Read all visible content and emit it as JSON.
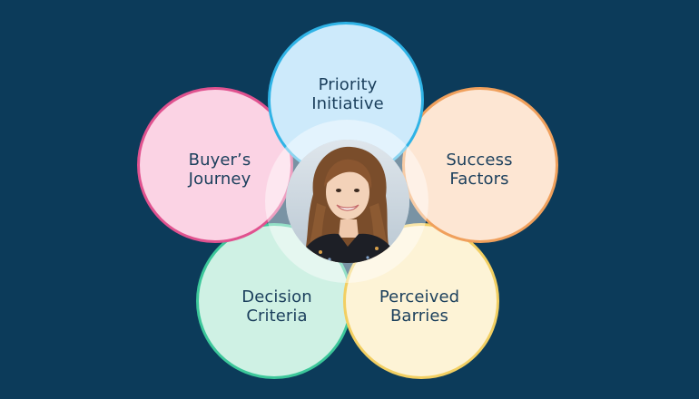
{
  "diagram": {
    "petals": [
      {
        "id": "priority",
        "line1": "Priority",
        "line2": "Initiative"
      },
      {
        "id": "buyer",
        "line1": "Buyer’s",
        "line2": "Journey"
      },
      {
        "id": "success",
        "line1": "Success",
        "line2": "Factors"
      },
      {
        "id": "decision",
        "line1": "Decision",
        "line2": "Criteria"
      },
      {
        "id": "barries",
        "line1": "Perceived",
        "line2": "Barries"
      }
    ],
    "colors": {
      "background": "#0c3b5a",
      "label_text": "#1b3f5c",
      "priority_fill": "#cdeafb",
      "priority_stroke": "#2fb3e6",
      "buyer_fill": "#fbd3e4",
      "buyer_stroke": "#e0528f",
      "success_fill": "#fde6d3",
      "success_stroke": "#f0a05c",
      "decision_fill": "#cff1e4",
      "decision_stroke": "#3cc79a",
      "barries_fill": "#fdf3d6",
      "barries_stroke": "#f2cf62"
    },
    "center": {
      "icon": "person-portrait-photo"
    }
  }
}
